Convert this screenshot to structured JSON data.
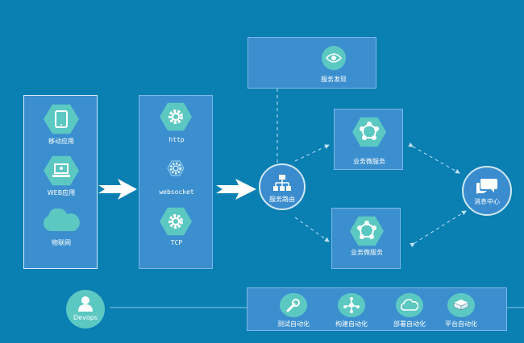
{
  "colors": {
    "background": "#0a7fb2",
    "panel": "#3b8fcf",
    "panel_border": "#7db7e6",
    "hex_fill": "#5cc8c2",
    "node_fill": "#3a8ccf",
    "connector": "#bfe3f7"
  },
  "clients": {
    "items": [
      {
        "label": "移动应用",
        "icon": "mobile-icon"
      },
      {
        "label": "WEB应用",
        "icon": "laptop-icon"
      },
      {
        "label": "物联网",
        "icon": "cloud-icon"
      }
    ]
  },
  "gateway": {
    "items": [
      {
        "label": "http",
        "icon": "gear-icon"
      },
      {
        "label": "websocket",
        "icon": "gear-icon"
      },
      {
        "label": "TCP",
        "icon": "gear-icon"
      }
    ]
  },
  "router": {
    "label": "服务路由",
    "icon": "sitemap-icon"
  },
  "discovery": {
    "label": "服务发现",
    "icon": "eye-icon"
  },
  "microservices": [
    {
      "label": "业务微服务",
      "icon": "cluster-icon"
    },
    {
      "label": "业务微服务",
      "icon": "cluster-icon"
    }
  ],
  "message_center": {
    "label": "消息中心",
    "icon": "chat-icon"
  },
  "devops": {
    "label": "Devops",
    "icon": "user-icon",
    "items": [
      {
        "label": "测试自动化",
        "icon": "wrench-icon"
      },
      {
        "label": "构建自动化",
        "icon": "network-icon"
      },
      {
        "label": "部署自动化",
        "icon": "cloud-icon"
      },
      {
        "label": "平台自动化",
        "icon": "server-icon"
      }
    ]
  }
}
